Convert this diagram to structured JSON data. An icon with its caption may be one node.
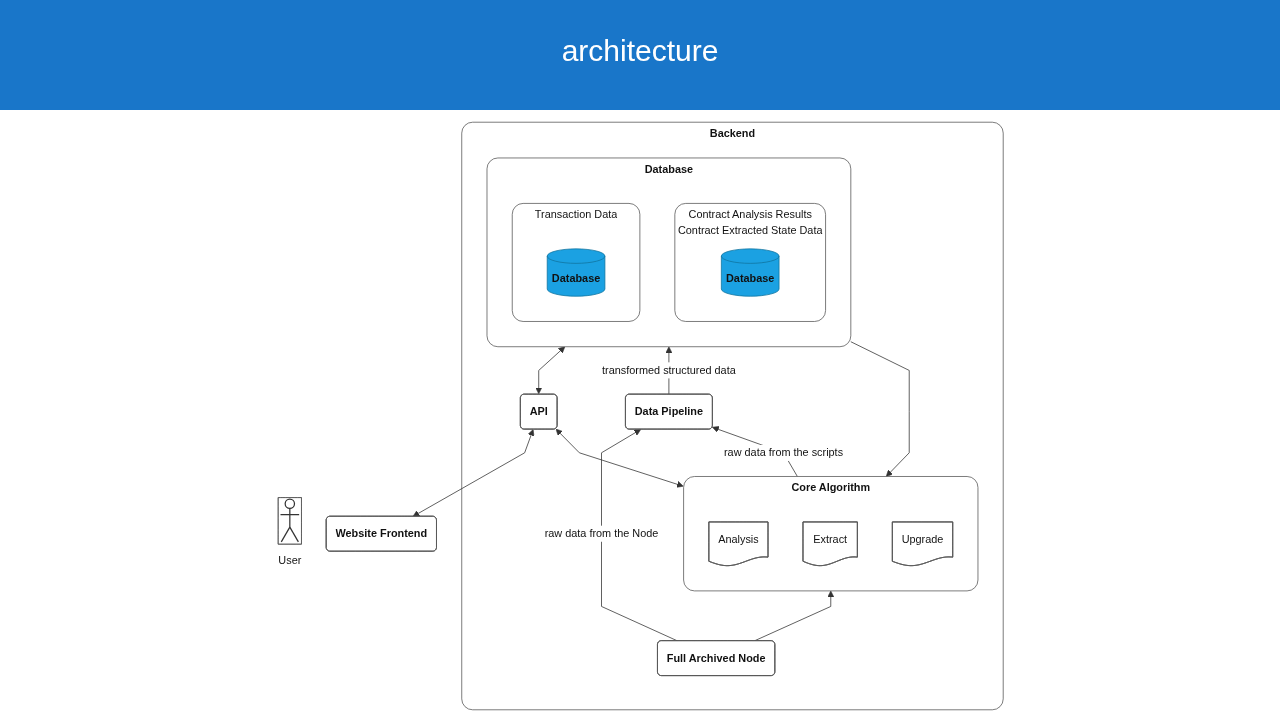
{
  "diagram": {
    "title": "architecture",
    "nodes": [
      {
        "text": [
          "User"
        ]
      },
      {
        "text": [
          "Website Frontend"
        ]
      },
      {
        "text": [
          "Backend"
        ]
      },
      {
        "text": [
          "Database"
        ],
        "in": 2
      },
      {
        "text": [
          "Contract Analysis Results",
          "Contract Extracted State Data"
        ],
        "in": 3
      },
      {
        "text": [
          "Database"
        ],
        "in": 4
      },
      {
        "text": [
          "Transaction Data"
        ],
        "in": 3
      },
      {
        "text": [
          "Database"
        ],
        "in": 6
      },
      {
        "text": [
          "API"
        ],
        "in": 2
      },
      {
        "text": [
          "Data Pipeline"
        ],
        "in": 2
      },
      {
        "text": [
          "Core Algorithm"
        ],
        "in": 2
      },
      {
        "text": [
          "Analysis"
        ],
        "in": 10
      },
      {
        "text": [
          "Extract"
        ],
        "in": 10
      },
      {
        "text": [
          "Upgrade"
        ],
        "in": 10
      },
      {
        "text": [
          "Full Archived Node"
        ],
        "in": 2
      }
    ],
    "edges": [
      {
        "from": 1,
        "to": 8,
        "arrow": "both"
      },
      {
        "from": 8,
        "to": 3,
        "arrow": "both"
      },
      {
        "from": 10,
        "to": 8,
        "arrow": "both"
      },
      {
        "from": 9,
        "to": 3,
        "arrow": "to",
        "label": "transformed structured data"
      },
      {
        "from": 10,
        "to": 9,
        "arrow": "to",
        "label": "raw data from the scripts"
      },
      {
        "from": 14,
        "to": 9,
        "arrow": "to",
        "label": "raw data from the Node"
      },
      {
        "from": 14,
        "to": 10,
        "arrow": "to"
      },
      {
        "from": 3,
        "to": 10,
        "arrow": "to"
      }
    ]
  }
}
